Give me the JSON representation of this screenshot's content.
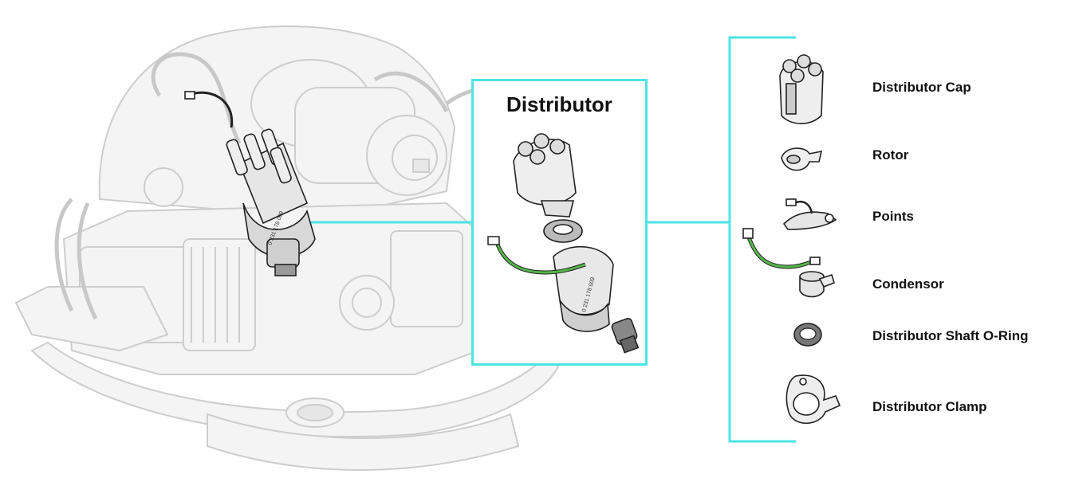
{
  "diagram": {
    "callout_title": "Distributor",
    "accent_color": "#4de3e3",
    "green_wire_color": "#55b44a",
    "ghost_color": "#cfcfcf",
    "serial_text": "0 231 178 009",
    "parts": [
      {
        "label": "Distributor Cap",
        "icon": "distributor-cap-icon"
      },
      {
        "label": "Rotor",
        "icon": "rotor-icon"
      },
      {
        "label": "Points",
        "icon": "points-icon"
      },
      {
        "label": "Condensor",
        "icon": "condensor-icon"
      },
      {
        "label": "Distributor Shaft O-Ring",
        "icon": "o-ring-icon"
      },
      {
        "label": "Distributor Clamp",
        "icon": "distributor-clamp-icon"
      }
    ]
  }
}
